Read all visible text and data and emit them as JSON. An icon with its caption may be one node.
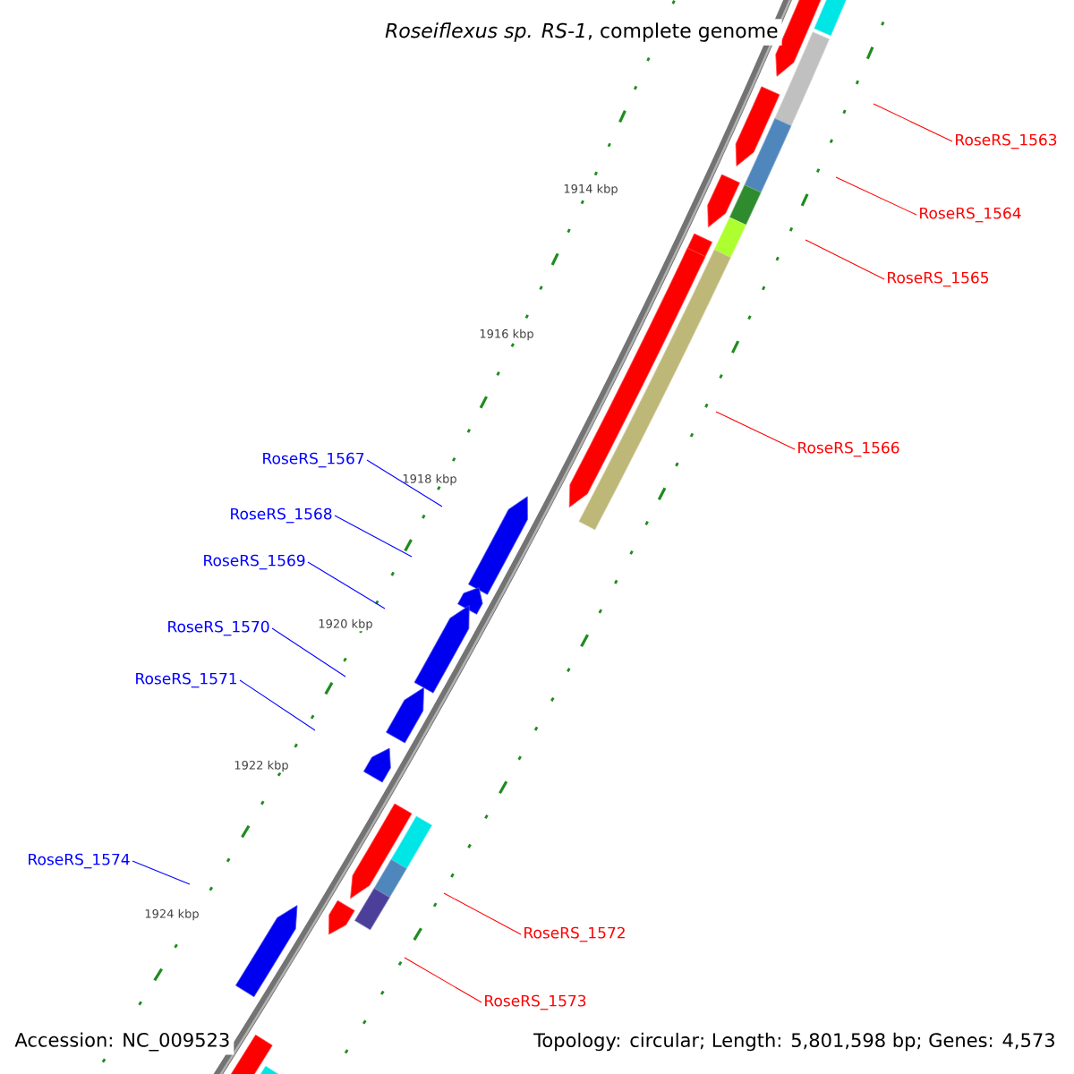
{
  "diagram": {
    "title": "*Roseiflexus sp. RS-1*, complete genome",
    "nodes": [
      {
        "text": [
          "RoseRS_1563"
        ]
      },
      {
        "text": [
          "RoseRS_1564"
        ]
      },
      {
        "text": [
          "RoseRS_1565"
        ]
      },
      {
        "text": [
          "RoseRS_1566"
        ]
      },
      {
        "text": [
          "RoseRS_1567"
        ]
      },
      {
        "text": [
          "RoseRS_1568"
        ]
      },
      {
        "text": [
          "RoseRS_1569"
        ]
      },
      {
        "text": [
          "RoseRS_1570"
        ]
      },
      {
        "text": [
          "RoseRS_1571"
        ]
      },
      {
        "text": [
          "RoseRS_1574"
        ]
      },
      {
        "text": [
          "RoseRS_1572"
        ]
      },
      {
        "text": [
          "RoseRS_1573"
        ]
      }
    ],
    "edges": [
      {
        "from": 0,
        "to": null,
        "arrow": "none",
        "color": "#ff0000"
      },
      {
        "from": 1,
        "to": null,
        "arrow": "none",
        "color": "#ff0000"
      },
      {
        "from": 2,
        "to": null,
        "arrow": "none",
        "color": "#ff0000"
      },
      {
        "from": 3,
        "to": null,
        "arrow": "none",
        "color": "#ff0000"
      },
      {
        "from": 4,
        "to": null,
        "arrow": "none",
        "color": "#0000ff"
      },
      {
        "from": 5,
        "to": null,
        "arrow": "none",
        "color": "#0000ff"
      },
      {
        "from": 6,
        "to": null,
        "arrow": "none",
        "color": "#0000ff"
      },
      {
        "from": 7,
        "to": null,
        "arrow": "none",
        "color": "#0000ff"
      },
      {
        "from": 8,
        "to": null,
        "arrow": "none",
        "color": "#0000ff"
      },
      {
        "from": 9,
        "to": null,
        "arrow": "none",
        "color": "#0000ff"
      },
      {
        "from": 10,
        "to": null,
        "arrow": "none",
        "color": "#ff0000"
      },
      {
        "from": 11,
        "to": null,
        "arrow": "none",
        "color": "#ff0000"
      }
    ],
    "labels": [
      "1914 kbp",
      "1916 kbp",
      "1918 kbp",
      "1920 kbp",
      "1922 kbp",
      "1924 kbp",
      "Accession: NC_009523",
      "Topology: circular; Length: 5,801,598 bp; Genes: 4,573"
    ]
  }
}
